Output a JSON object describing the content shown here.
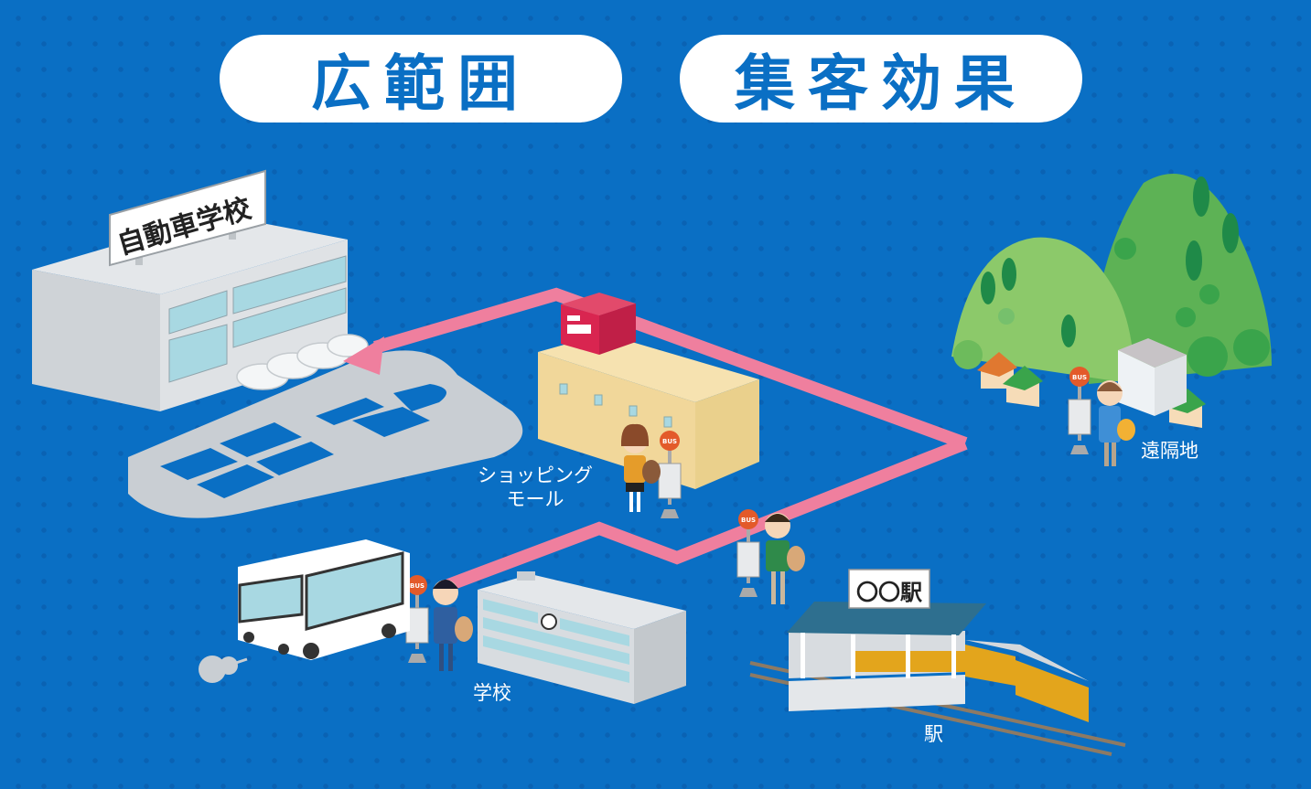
{
  "headings": {
    "wide_area": "広範囲",
    "customer_attraction": "集客効果"
  },
  "locations": {
    "driving_school": {
      "sign": "自動車学校"
    },
    "shopping_mall": {
      "label": "ショッピング\nモール",
      "label_line1": "ショッピング",
      "label_line2": "モール"
    },
    "remote_area": {
      "label": "遠隔地"
    },
    "school": {
      "label": "学校"
    },
    "station": {
      "label": "駅",
      "sign": "〇〇駅"
    }
  },
  "bus_stop_sign": "BUS",
  "route": {
    "color": "#ef7f9e",
    "direction": "toward driving school"
  },
  "colors": {
    "background": "#0a6fc4",
    "pill": "#ffffff",
    "heading_text": "#0a6fc4",
    "mall_box": "#f1d79a",
    "mall_sign": "#d92550",
    "train": "#e3a51c",
    "mountain_light": "#8cc96a",
    "mountain_dark": "#5db255"
  }
}
